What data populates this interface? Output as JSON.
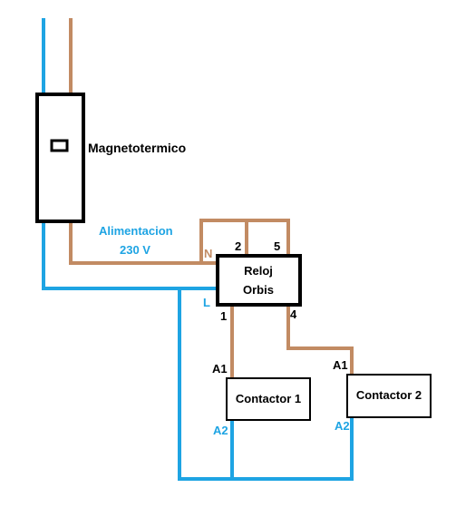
{
  "labels": {
    "breaker": "Magnetotermico",
    "supply_line1": "Alimentacion",
    "supply_line2": "230 V",
    "neutral": "N",
    "line": "L",
    "clock_line1": "Reloj",
    "clock_line2": "Orbis",
    "terminal_1": "1",
    "terminal_2": "2",
    "terminal_4": "4",
    "terminal_5": "5",
    "contactor1": "Contactor 1",
    "contactor2": "Contactor 2",
    "c1_a1": "A1",
    "c1_a2": "A2",
    "c2_a1": "A1",
    "c2_a2": "A2"
  },
  "colors": {
    "neutral_wire": "#c28b63",
    "line_wire": "#1ea4e3",
    "outline": "#000000",
    "label_blue": "#1ea4e3",
    "label_black": "#000000"
  }
}
